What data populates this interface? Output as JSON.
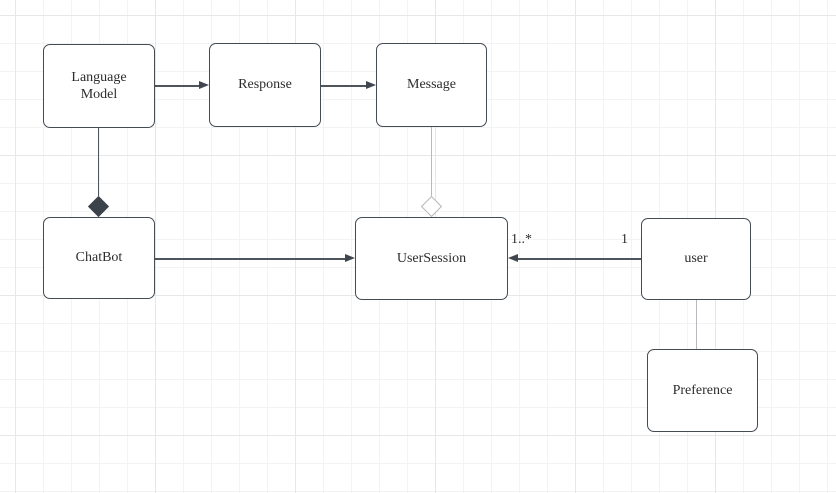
{
  "diagram": {
    "kind": "uml-class-diagram",
    "colors": {
      "node_fill": "#ffffff",
      "node_border": "#434b54",
      "edge_dark": "#4d545c",
      "edge_light": "#b6b9bd",
      "text": "#2d2d2d",
      "grid_minor": "#f3f3f3",
      "grid_major": "#e7e7e7",
      "background": "#ffffff"
    },
    "nodes": [
      {
        "id": "language-model",
        "label": "Language Model"
      },
      {
        "id": "response",
        "label": "Response"
      },
      {
        "id": "message",
        "label": "Message"
      },
      {
        "id": "chatbot",
        "label": "ChatBot"
      },
      {
        "id": "user-session",
        "label": "UserSession"
      },
      {
        "id": "user",
        "label": "user"
      },
      {
        "id": "preference",
        "label": "Preference"
      }
    ],
    "edges": [
      {
        "from": "language-model",
        "to": "response",
        "type": "directed-arrow"
      },
      {
        "from": "response",
        "to": "message",
        "type": "directed-arrow"
      },
      {
        "from": "language-model",
        "to": "chatbot",
        "type": "composition-filled-diamond"
      },
      {
        "from": "message",
        "to": "user-session",
        "type": "aggregation-hollow-diamond"
      },
      {
        "from": "chatbot",
        "to": "user-session",
        "type": "directed-arrow"
      },
      {
        "from": "user",
        "to": "user-session",
        "type": "directed-arrow",
        "source_multiplicity": "1",
        "target_multiplicity": "1..*"
      },
      {
        "from": "user",
        "to": "preference",
        "type": "plain-line"
      }
    ]
  }
}
